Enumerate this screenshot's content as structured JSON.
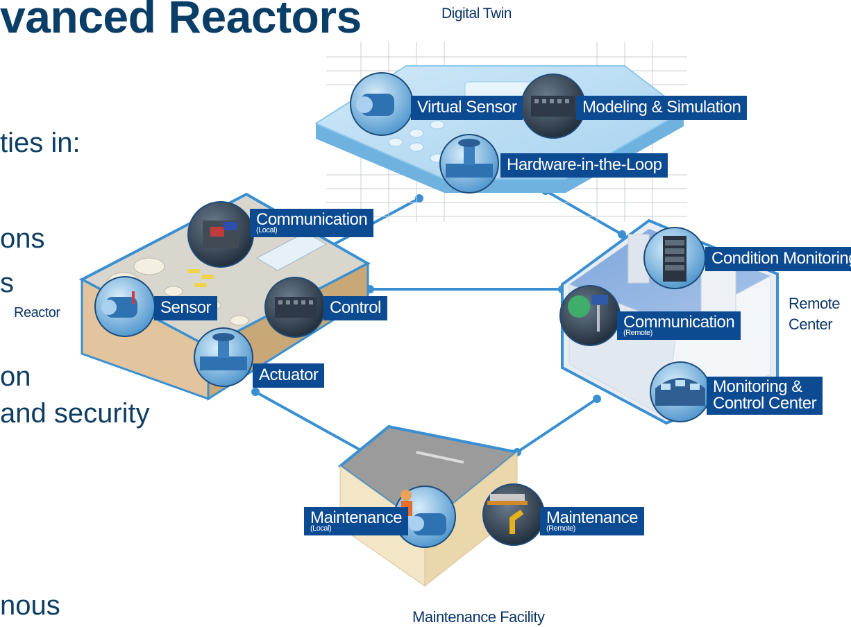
{
  "title": "vanced Reactors",
  "bullets": [
    "ties in:",
    "ons",
    "s",
    "on",
    "and security",
    "nous"
  ],
  "nodes": {
    "digital_twin": {
      "label": "Digital Twin",
      "virtual_sensor": "Virtual Sensor",
      "modeling": "Modeling & Simulation",
      "hil": "Hardware-in-the-Loop"
    },
    "reactor": {
      "label": "Reactor",
      "communication": "Communication",
      "communication_sub": "(Local)",
      "sensor": "Sensor",
      "control": "Control",
      "actuator": "Actuator"
    },
    "remote_center": {
      "label_line1": "Remote",
      "label_line2": "Center",
      "condition_monitoring": "Condition Monitoring",
      "communication": "Communication",
      "communication_sub": "(Remote)",
      "mcc_line1": "Monitoring &",
      "mcc_line2": "Control Center"
    },
    "maintenance_facility": {
      "label": "Maintenance Facility",
      "local": "Maintenance",
      "local_sub": "(Local)",
      "remote": "Maintenance",
      "remote_sub": "(Remote)"
    }
  },
  "colors": {
    "title": "#0b3e66",
    "tag_bg": "#0c4a92",
    "connector": "#3a8fd1",
    "twin_top": "#b8dcf3",
    "twin_side": "#7dbde8",
    "reactor_top": "#d8d5cc",
    "reactor_side": "#cfb595",
    "remote_top": "#8fb4e2",
    "remote_wall": "#e9eef4",
    "maint_top": "#9b9b9b",
    "maint_wall": "#f0e3c4"
  },
  "icons": [
    "motor-icon",
    "io-module-icon",
    "valve-icon",
    "server-rack-icon",
    "control-room-icon",
    "worker-icon",
    "robot-arm-icon",
    "circuit-board-icon",
    "satellite-icon"
  ]
}
